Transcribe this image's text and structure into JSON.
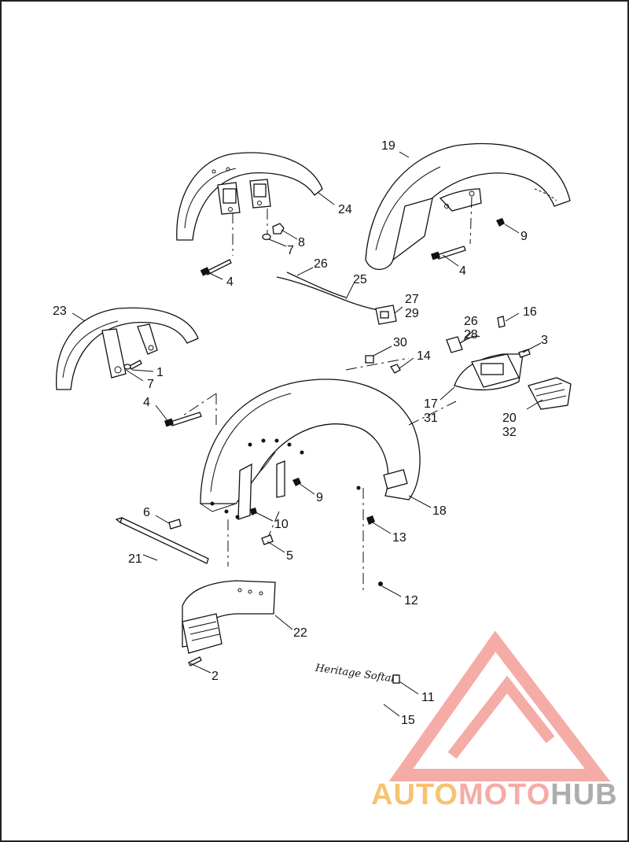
{
  "labels": {
    "l1": "1",
    "l2": "2",
    "l3": "3",
    "l4a": "4",
    "l4b": "4",
    "l4c": "4",
    "l5": "5",
    "l6": "6",
    "l7a": "7",
    "l7b": "7",
    "l8": "8",
    "l9a": "9",
    "l9b": "9",
    "l10": "10",
    "l11": "11",
    "l12": "12",
    "l13": "13",
    "l14": "14",
    "l15": "15",
    "l16": "16",
    "l17": "17",
    "l18": "18",
    "l19": "19",
    "l20": "20",
    "l21": "21",
    "l22": "22",
    "l23": "23",
    "l24": "24",
    "l25": "25",
    "l26a": "26",
    "l26b": "26",
    "l27": "27",
    "l28": "28",
    "l29": "29",
    "l30": "30",
    "l31": "31",
    "l32": "32"
  },
  "emblem_script": "Heritage Softail",
  "watermark": {
    "part1": "AUTO",
    "part2": "MOTO",
    "part3": "HUB",
    "color_light": "#f5a8a2",
    "color_orange": "#f5c06c",
    "color_gray": "#a9a9a9"
  }
}
